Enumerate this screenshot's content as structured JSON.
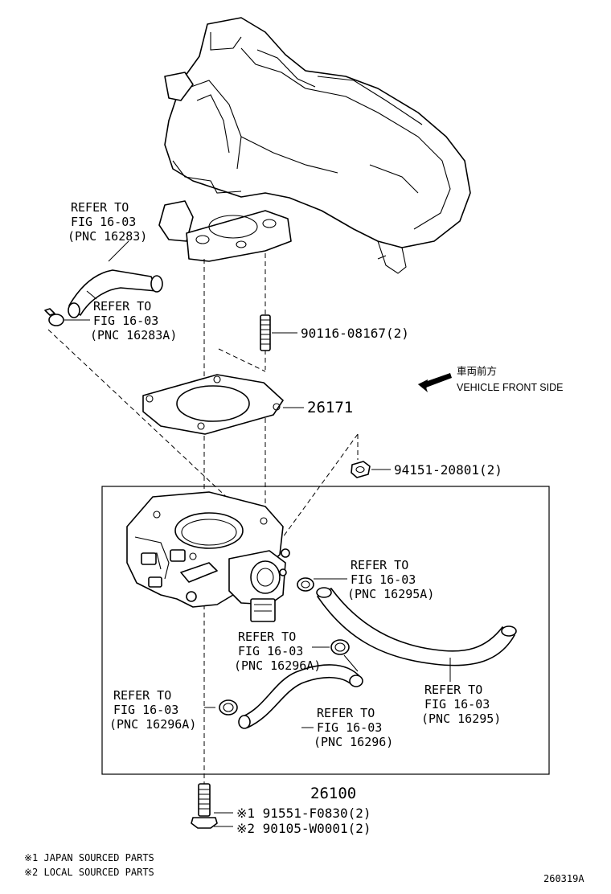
{
  "parts": {
    "stud_bolt": "90116-08167(2)",
    "gasket": "26171",
    "nut": "94151-20801(2)",
    "throttle_body_assy": "26100",
    "bolt_japan": "※1 91551-F0830(2)",
    "bolt_local": "※2 90105-W0001(2)"
  },
  "refs": {
    "ref_16283": [
      "REFER TO",
      "FIG 16-03",
      "(PNC 16283)"
    ],
    "ref_16283a": [
      "REFER TO",
      "FIG 16-03",
      "(PNC 16283A)"
    ],
    "ref_16295a": [
      "REFER TO",
      "FIG 16-03",
      "(PNC 16295A)"
    ],
    "ref_16296a_upper": [
      "REFER TO",
      "FIG 16-03",
      "(PNC 16296A)"
    ],
    "ref_16296a_lower": [
      "REFER TO",
      "FIG 16-03",
      "(PNC 16296A)"
    ],
    "ref_16296": [
      "REFER TO",
      "FIG 16-03",
      "(PNC 16296)"
    ],
    "ref_16295": [
      "REFER TO",
      "FIG 16-03",
      "(PNC 16295)"
    ]
  },
  "vehicle_front": {
    "japanese": "車両前方",
    "english": "VEHICLE FRONT SIDE"
  },
  "notes": {
    "note1": "※1  JAPAN SOURCED PARTS",
    "note2": "※2  LOCAL SOURCED PARTS"
  },
  "figure_id": "260319A"
}
